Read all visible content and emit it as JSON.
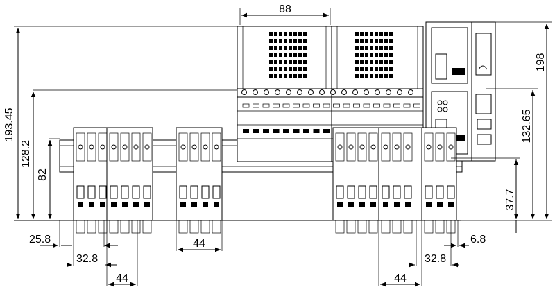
{
  "drawing": {
    "dimensions": {
      "top_width": "88",
      "height_left_total": "193.45",
      "height_left_mid": "128.2",
      "height_left_small": "82",
      "height_right_total": "198",
      "height_right_mid": "132.65",
      "height_right_small": "37.7",
      "bottom_left_offset": "25.8",
      "bottom_left_width": "32.8",
      "bottom_left_module": "44",
      "bottom_mid_module": "44",
      "bottom_right_module": "44",
      "bottom_right_width": "32.8",
      "bottom_right_offset": "6.8"
    }
  }
}
